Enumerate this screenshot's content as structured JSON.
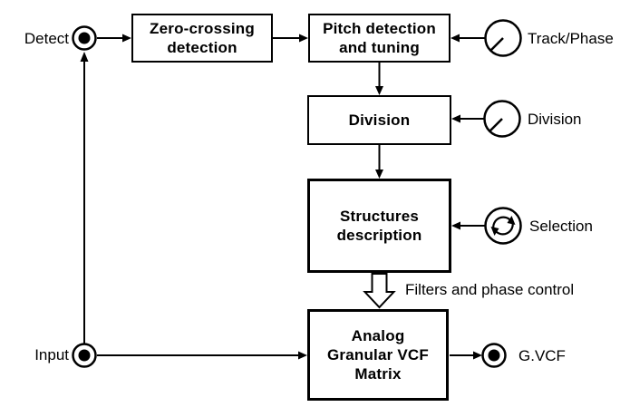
{
  "colors": {
    "stroke": "#000000",
    "box_fill": "#ffffff",
    "background": "#ffffff"
  },
  "jacks": {
    "detect": {
      "label": "Detect",
      "icon": "jack-connector-icon"
    },
    "input": {
      "label": "Input",
      "icon": "jack-connector-icon"
    },
    "gvcf": {
      "label": "G.VCF",
      "icon": "jack-connector-icon"
    }
  },
  "boxes": {
    "zero_crossing": {
      "line1": "Zero-crossing",
      "line2": "detection"
    },
    "pitch": {
      "line1": "Pitch detection",
      "line2": "and tuning"
    },
    "division": {
      "line1": "Division"
    },
    "structures": {
      "line1": "Structures",
      "line2": "description"
    },
    "matrix": {
      "line1": "Analog",
      "line2": "Granular VCF",
      "line3": "Matrix"
    }
  },
  "knobs": {
    "track_phase": {
      "label": "Track/Phase",
      "icon": "knob-icon"
    },
    "division": {
      "label": "Division",
      "icon": "knob-icon"
    },
    "selection": {
      "label": "Selection",
      "icon": "rotary-selector-icon"
    }
  },
  "annotations": {
    "filters_phase": "Filters and phase control"
  }
}
